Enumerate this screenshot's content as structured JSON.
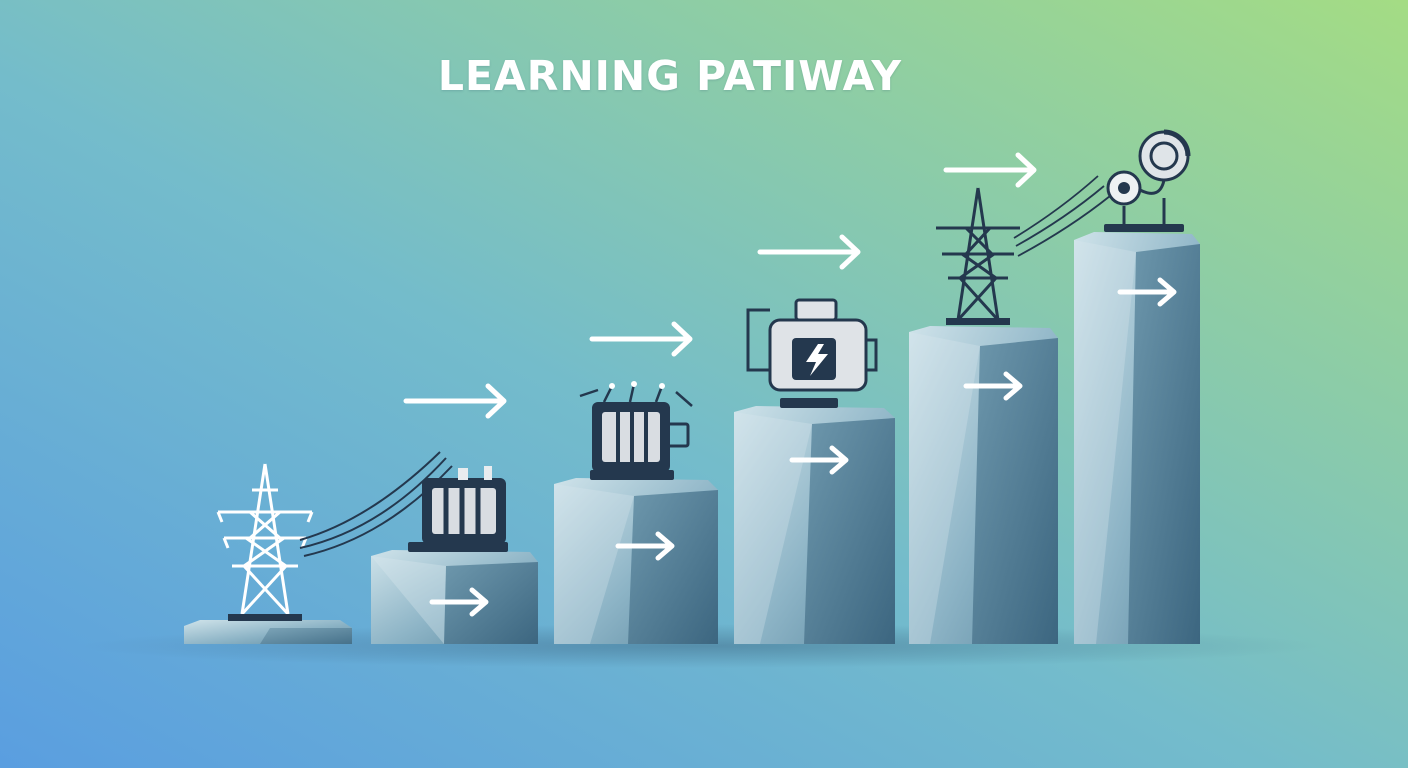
{
  "title": "LEARNING PATIWAY",
  "steps": [
    {
      "level": 1,
      "icon": "transmission-tower-icon"
    },
    {
      "level": 2,
      "icon": "transformer-icon"
    },
    {
      "level": 3,
      "icon": "transformer-icon"
    },
    {
      "level": 4,
      "icon": "electric-motor-icon"
    },
    {
      "level": 5,
      "icon": "transmission-tower-icon"
    },
    {
      "level": 6,
      "icon": "satellite-dish-icon"
    }
  ],
  "colors": {
    "background_top_right": "#9ed88a",
    "background_bottom_left": "#5a9ee0",
    "pillar_light": "#c8dee6",
    "pillar_dark": "#3f6e88",
    "icon_dark": "#24384e",
    "arrow": "#ffffff"
  }
}
